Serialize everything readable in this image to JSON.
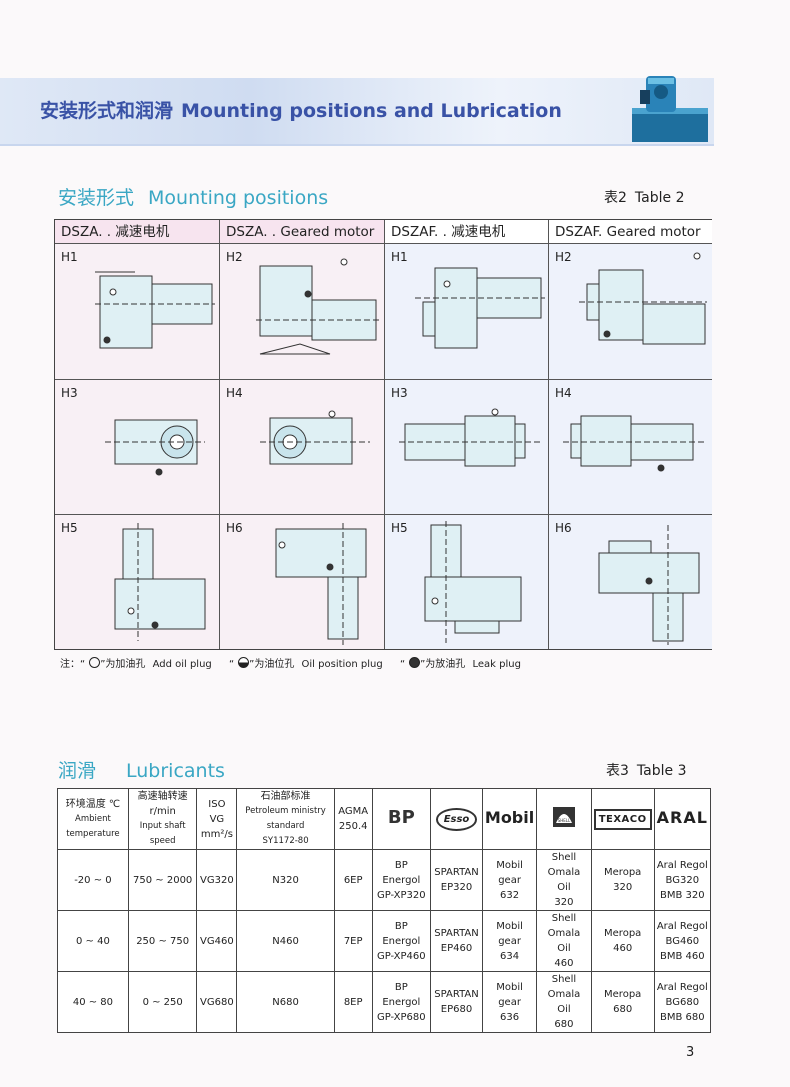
{
  "header": {
    "title_cn": "安装形式和润滑",
    "title_en": "Mounting positions and Lubrication"
  },
  "mounting": {
    "title_cn": "安装形式",
    "title_en": "Mounting positions",
    "table_cn": "表2",
    "table_en": "Table 2",
    "columns": [
      "DSZA. . 减速电机",
      "DSZA. . Geared motor",
      "DSZAF. . 减速电机",
      "DSZAF. Geared motor"
    ],
    "rows": [
      [
        "H1",
        "H2",
        "H1",
        "H2"
      ],
      [
        "H3",
        "H4",
        "H3",
        "H4"
      ],
      [
        "H5",
        "H6",
        "H5",
        "H6"
      ]
    ],
    "note": {
      "prefix": "注：“",
      "add_cn": "”为加油孔",
      "add_en": "Add oil plug",
      "q2": "“",
      "pos_cn": "”为油位孔",
      "pos_en": "Oil position plug",
      "q3": "“",
      "leak_cn": "”为放油孔",
      "leak_en": "Leak plug"
    }
  },
  "lubricants": {
    "title_cn": "润滑",
    "title_en": "Lubricants",
    "table_cn": "表3",
    "table_en": "Table 3",
    "headers": {
      "temp_cn": "环境温度 ℃",
      "temp_en": "Ambient temperature",
      "speed_cn": "高速轴转速 r/min",
      "speed_en": "Input shaft speed",
      "iso_1": "ISO VG",
      "iso_2": "mm²/s",
      "pet_cn": "石油部标准",
      "pet_en": "Petroleum ministry standard",
      "pet_code": "SY1172-80",
      "agma_1": "AGMA",
      "agma_2": "250.4",
      "bp": "BP",
      "esso": "Esso",
      "mobil": "Mobil",
      "shell": "SHELL",
      "texaco": "TEXACO",
      "aral": "ARAL"
    },
    "rows": [
      {
        "temp": "-20 ~ 0",
        "speed": "750 ~ 2000",
        "iso": "VG320",
        "pet": "N320",
        "agma": "6EP",
        "bp": [
          "BP Energol",
          "GP-XP320"
        ],
        "esso": [
          "SPARTAN",
          "EP320"
        ],
        "mobil": [
          "Mobil gear",
          "632"
        ],
        "shell": [
          "Shell Omala",
          "Oil",
          "320"
        ],
        "texaco": [
          "Meropa",
          "320"
        ],
        "aral": [
          "Aral Regol",
          "BG320",
          "BMB 320"
        ]
      },
      {
        "temp": "0 ~ 40",
        "speed": "250 ~ 750",
        "iso": "VG460",
        "pet": "N460",
        "agma": "7EP",
        "bp": [
          "BP Energol",
          "GP-XP460"
        ],
        "esso": [
          "SPARTAN",
          "EP460"
        ],
        "mobil": [
          "Mobil gear",
          "634"
        ],
        "shell": [
          "Shell Omala",
          "Oil",
          "460"
        ],
        "texaco": [
          "Meropa",
          "460"
        ],
        "aral": [
          "Aral Regol",
          "BG460",
          "BMB 460"
        ]
      },
      {
        "temp": "40 ~ 80",
        "speed": "0 ~ 250",
        "iso": "VG680",
        "pet": "N680",
        "agma": "8EP",
        "bp": [
          "BP Energol",
          "GP-XP680"
        ],
        "esso": [
          "SPARTAN",
          "EP680"
        ],
        "mobil": [
          "Mobil gear",
          "636"
        ],
        "shell": [
          "Shell Omala",
          "Oil",
          "680"
        ],
        "texaco": [
          "Meropa",
          "680"
        ],
        "aral": [
          "Aral Regol",
          "BG680",
          "BMB 680"
        ]
      }
    ]
  },
  "page_number": "3"
}
